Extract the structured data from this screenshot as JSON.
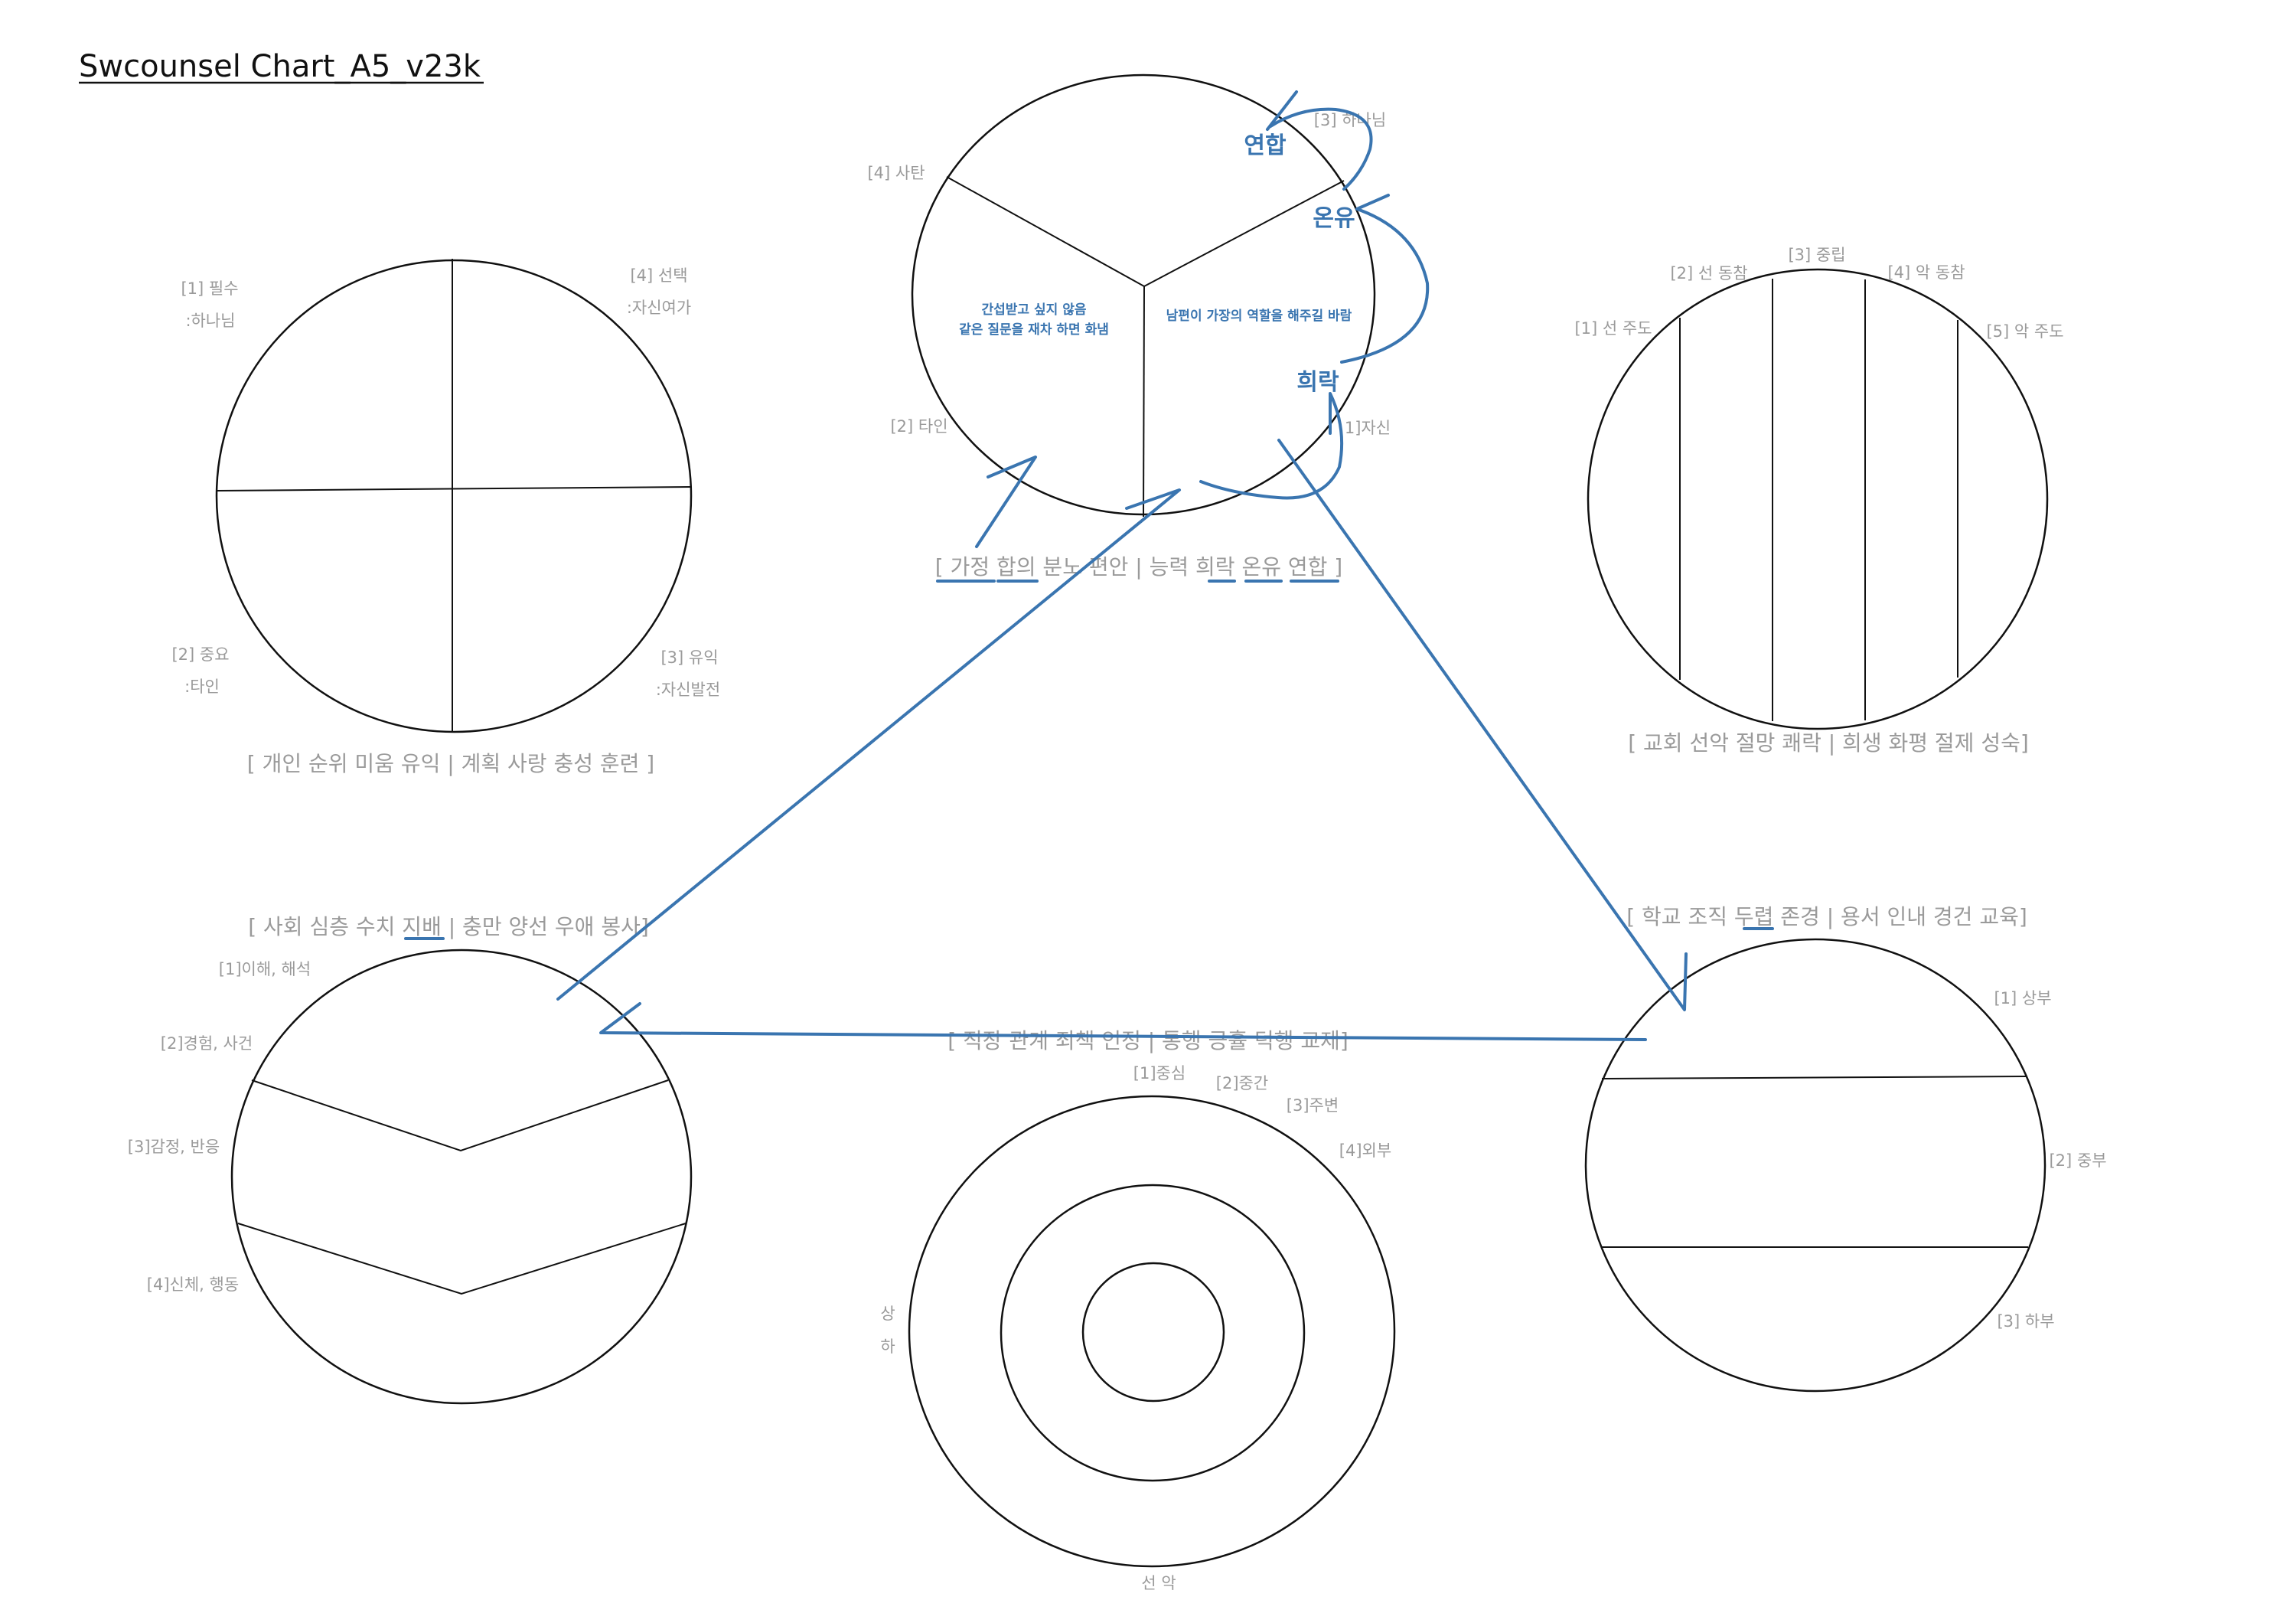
{
  "title": "Swcounsel Chart_A5_v23k",
  "colors": {
    "annotation": "#3a75b0",
    "label": "#9a9a9a",
    "line": "#111111"
  },
  "personal": {
    "caption": "[ 개인 순위 미움 유익 | 계획 사랑 충성 훈련 ]",
    "labels": [
      "[1] 필수",
      ":하나님",
      "[4] 선택",
      ":자신여가",
      "[2] 중요",
      ":타인",
      "[3] 유익",
      ":자신발전"
    ]
  },
  "family": {
    "caption": "[ 가정 합의 분노 편안 | 능력 희락 온유 연합 ]",
    "labels": [
      "[4] 사탄",
      "[3] 하나님",
      "[2] 타인",
      "1]자신"
    ],
    "notes": [
      "간섭받고 싶지 않음",
      "같은 질문을 재차 하면 화냄",
      "남편이 가장의 역할을 해주길 바람"
    ],
    "keywords": [
      "연합",
      "온유",
      "희락"
    ]
  },
  "church": {
    "caption": "[ 교회 선악 절망 쾌락 | 희생 화평 절제 성숙]",
    "labels": [
      "[1] 선 주도",
      "[2] 선 동참",
      "[3] 중립",
      "[4] 악 동참",
      "[5] 악 주도"
    ]
  },
  "society": {
    "caption": "[ 사회 심층 수치 지배 | 충만 양선 우애 봉사]",
    "labels": [
      "[1]이해, 해석",
      "[2]경험, 사건",
      "[3]감정, 반응",
      "[4]신체, 행동"
    ]
  },
  "workplace": {
    "caption": "[ 직장 관계 죄책 인정 | 통행 긍휼 덕행 교제]",
    "labels": [
      "[1]중심",
      "[2]중간",
      "[3]주변",
      "[4]외부"
    ],
    "axis_vertical": [
      "상",
      "하"
    ],
    "axis_bottom": "선 악"
  },
  "school": {
    "caption": "[ 학교 조직 두렵 존경 | 용서 인내 경건 교육]",
    "labels": [
      "[1] 상부",
      "[2] 중부",
      "[3] 하부"
    ]
  }
}
